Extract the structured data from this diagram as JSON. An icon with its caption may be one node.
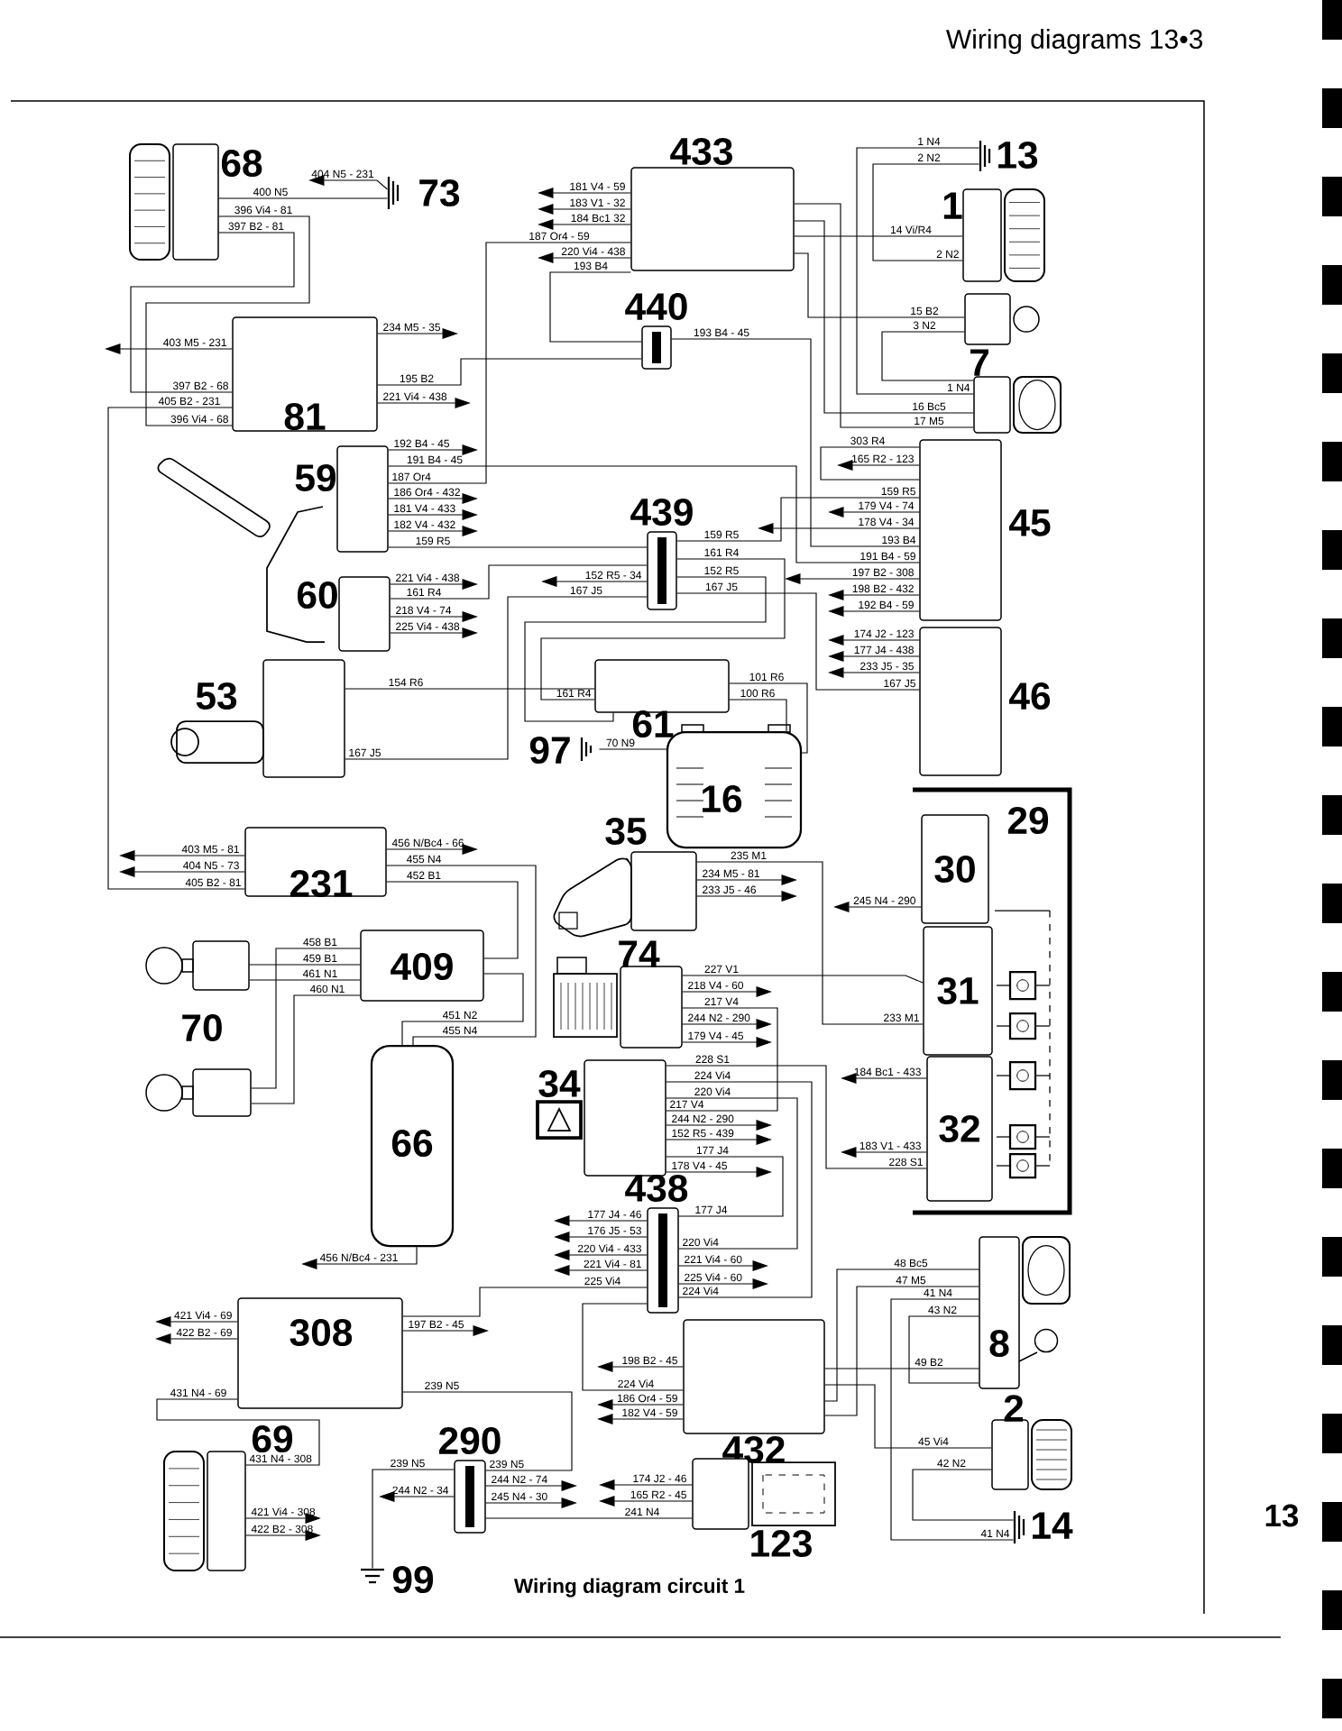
{
  "diagram": {
    "title": "Wiring diagrams 13•3",
    "caption": "Wiring diagram circuit 1",
    "nodes": [
      {
        "text": [
          "68"
        ]
      },
      {
        "text": [
          "73"
        ]
      },
      {
        "text": [
          "433"
        ]
      },
      {
        "text": [
          "13"
        ]
      },
      {
        "text": [
          "1"
        ]
      },
      {
        "text": [
          "440"
        ]
      },
      {
        "text": [
          "81"
        ]
      },
      {
        "text": [],
        "shape": "box"
      },
      {
        "text": [
          "7"
        ]
      },
      {
        "text": [
          "59"
        ]
      },
      {
        "text": [
          "45"
        ]
      },
      {
        "text": [
          "439"
        ]
      },
      {
        "text": [
          "60"
        ]
      },
      {
        "text": [
          "53"
        ]
      },
      {
        "text": [
          "61"
        ]
      },
      {
        "text": [
          "46"
        ]
      },
      {
        "text": [
          "97"
        ]
      },
      {
        "text": [
          "16"
        ]
      },
      {
        "text": [
          "29"
        ]
      },
      {
        "text": [
          "30"
        ],
        "in": 18
      },
      {
        "text": [
          "35"
        ]
      },
      {
        "text": [
          "231"
        ]
      },
      {
        "text": [
          "31"
        ],
        "in": 18
      },
      {
        "text": [
          "409"
        ]
      },
      {
        "text": [
          "70"
        ]
      },
      {
        "text": [
          "74"
        ]
      },
      {
        "text": [],
        "shape": "box"
      },
      {
        "text": [
          "66"
        ]
      },
      {
        "text": [
          "34"
        ]
      },
      {
        "text": [
          "32"
        ],
        "in": 18
      },
      {
        "text": [
          "438"
        ]
      },
      {
        "text": [
          "8"
        ]
      },
      {
        "text": [
          "308"
        ]
      },
      {
        "text": [
          "432"
        ]
      },
      {
        "text": [
          "2"
        ]
      },
      {
        "text": [
          "290"
        ]
      },
      {
        "text": [
          "69"
        ]
      },
      {
        "text": [
          "99"
        ]
      },
      {
        "text": [
          "123"
        ]
      },
      {
        "text": [
          "14"
        ]
      }
    ],
    "edges": [
      {
        "from": 0,
        "to": 1,
        "label": "400 N5",
        "arrow": "none"
      },
      {
        "from": 1,
        "to": null,
        "label": "404 N5 - 231",
        "arrow": "to"
      },
      {
        "from": 0,
        "to": 6,
        "label": "396 Vi4 - 81",
        "arrow": "none"
      },
      {
        "from": 0,
        "to": 6,
        "label": "397 B2 - 81",
        "arrow": "none"
      },
      {
        "from": 2,
        "to": null,
        "label": "181 V4 - 59",
        "arrow": "to"
      },
      {
        "from": 2,
        "to": null,
        "label": "183 V1 - 32",
        "arrow": "to"
      },
      {
        "from": 2,
        "to": null,
        "label": "184 Bc1 32",
        "arrow": "to"
      },
      {
        "from": 2,
        "to": 9,
        "label": "187 Or4 - 59",
        "arrow": "none"
      },
      {
        "from": 2,
        "to": null,
        "label": "220 Vi4 - 438",
        "arrow": "to"
      },
      {
        "from": 2,
        "to": 5,
        "label": "193 B4",
        "arrow": "none"
      },
      {
        "from": 5,
        "to": 10,
        "label": "193 B4 - 45",
        "arrow": "none"
      },
      {
        "from": 6,
        "to": 5,
        "label": "195 B2",
        "arrow": "none"
      },
      {
        "from": 6,
        "to": null,
        "label": "234 M5 - 35",
        "arrow": "to"
      },
      {
        "from": 6,
        "to": null,
        "label": "221 Vi4 - 438",
        "arrow": "to"
      },
      {
        "from": 6,
        "to": null,
        "label": "403 M5 - 231",
        "arrow": "to"
      },
      {
        "from": 6,
        "to": 21,
        "label": "405 B2 - 231",
        "arrow": "none"
      },
      {
        "from": 21,
        "to": null,
        "label": "403 M5 - 81",
        "arrow": "to"
      },
      {
        "from": 21,
        "to": null,
        "label": "404 N5 - 73",
        "arrow": "to"
      },
      {
        "from": 21,
        "to": null,
        "label": "456 N/Bc4 - 66",
        "arrow": "to"
      },
      {
        "from": 21,
        "to": 27,
        "label": "455 N4",
        "arrow": "none"
      },
      {
        "from": 21,
        "to": 23,
        "label": "452 B1",
        "arrow": "none"
      },
      {
        "from": 23,
        "to": 27,
        "label": "451 N2",
        "arrow": "none"
      },
      {
        "from": 23,
        "to": 24,
        "label": "459 B1",
        "arrow": "none"
      },
      {
        "from": 23,
        "to": 24,
        "label": "461 N1",
        "arrow": "none"
      },
      {
        "from": 23,
        "to": 26,
        "label": "458 B1",
        "arrow": "none"
      },
      {
        "from": 23,
        "to": 26,
        "label": "460 N1",
        "arrow": "none"
      },
      {
        "from": 27,
        "to": null,
        "label": "456 N/Bc4 - 231",
        "arrow": "to"
      },
      {
        "from": 9,
        "to": null,
        "label": "192 B4 - 45",
        "arrow": "to"
      },
      {
        "from": 9,
        "to": 10,
        "label": "191 B4 - 45",
        "arrow": "none"
      },
      {
        "from": 9,
        "to": null,
        "label": "186 Or4 - 432",
        "arrow": "to"
      },
      {
        "from": 9,
        "to": null,
        "label": "181 V4 - 433",
        "arrow": "to"
      },
      {
        "from": 9,
        "to": null,
        "label": "182 V4 - 432",
        "arrow": "to"
      },
      {
        "from": 9,
        "to": 11,
        "label": "159 R5",
        "arrow": "none"
      },
      {
        "from": 12,
        "to": null,
        "label": "221 Vi4 - 438",
        "arrow": "to"
      },
      {
        "from": 12,
        "to": 11,
        "label": "161 R4",
        "arrow": "none"
      },
      {
        "from": 12,
        "to": null,
        "label": "218 V4 - 74",
        "arrow": "to"
      },
      {
        "from": 12,
        "to": null,
        "label": "225 Vi4 - 438",
        "arrow": "to"
      },
      {
        "from": 11,
        "to": null,
        "label": "152 R5 - 34",
        "arrow": "to"
      },
      {
        "from": 11,
        "to": 13,
        "label": "167 J5",
        "arrow": "none"
      },
      {
        "from": 13,
        "to": 14,
        "label": "154 R6",
        "arrow": "none"
      },
      {
        "from": 11,
        "to": 14,
        "label": "161 R4",
        "arrow": "none"
      },
      {
        "from": 11,
        "to": 14,
        "label": "152 R5",
        "arrow": "none"
      },
      {
        "from": 11,
        "to": 15,
        "label": "167 J5",
        "arrow": "none"
      },
      {
        "from": 15,
        "to": null,
        "label": "174 J2 - 123",
        "arrow": "to"
      },
      {
        "from": 15,
        "to": null,
        "label": "177 J4 - 438",
        "arrow": "to"
      },
      {
        "from": 15,
        "to": null,
        "label": "233 J5 - 35",
        "arrow": "to"
      },
      {
        "from": 10,
        "to": null,
        "label": "165 R2 - 123",
        "arrow": "to"
      },
      {
        "from": 10,
        "to": 10,
        "label": "303 R4",
        "arrow": "none"
      },
      {
        "from": 10,
        "to": null,
        "label": "179 V4 - 74",
        "arrow": "to"
      },
      {
        "from": 10,
        "to": null,
        "label": "178 V4 - 34",
        "arrow": "to"
      },
      {
        "from": 11,
        "to": 10,
        "label": "159 R5",
        "arrow": "none"
      },
      {
        "from": 10,
        "to": null,
        "label": "197 B2 - 308",
        "arrow": "to"
      },
      {
        "from": 10,
        "to": null,
        "label": "198 B2 - 432",
        "arrow": "to"
      },
      {
        "from": 10,
        "to": null,
        "label": "192 B4 - 59",
        "arrow": "to"
      },
      {
        "from": 2,
        "to": 4,
        "label": "14 Vi/R4",
        "arrow": "none"
      },
      {
        "from": 2,
        "to": 7,
        "label": "15 B2",
        "arrow": "none"
      },
      {
        "from": 2,
        "to": 8,
        "label": "16 Bc5",
        "arrow": "none"
      },
      {
        "from": 2,
        "to": 8,
        "label": "17 M5",
        "arrow": "none"
      },
      {
        "from": 3,
        "to": 8,
        "label": "1 N4",
        "arrow": "none"
      },
      {
        "from": 3,
        "to": 4,
        "label": "2 N2",
        "arrow": "none"
      },
      {
        "from": 7,
        "to": 8,
        "label": "3 N2",
        "arrow": "none"
      },
      {
        "from": 14,
        "to": 17,
        "label": "101 R6",
        "arrow": "none"
      },
      {
        "from": 14,
        "to": 17,
        "label": "100 R6",
        "arrow": "none"
      },
      {
        "from": 16,
        "to": 17,
        "label": "70 N9",
        "arrow": "none"
      },
      {
        "from": 20,
        "to": 22,
        "label": "235 M1",
        "arrow": "none"
      },
      {
        "from": 20,
        "to": null,
        "label": "234 M5 - 81",
        "arrow": "to"
      },
      {
        "from": 20,
        "to": null,
        "label": "233 J5 - 46",
        "arrow": "to"
      },
      {
        "from": 19,
        "to": null,
        "label": "245 N4 - 290",
        "arrow": "to"
      },
      {
        "from": 25,
        "to": 22,
        "label": "227 V1",
        "arrow": "none"
      },
      {
        "from": 25,
        "to": null,
        "label": "218 V4 - 60",
        "arrow": "to"
      },
      {
        "from": 25,
        "to": 28,
        "label": "217 V4",
        "arrow": "none"
      },
      {
        "from": 25,
        "to": null,
        "label": "244 N2 - 290",
        "arrow": "to"
      },
      {
        "from": 25,
        "to": null,
        "label": "179 V4 - 45",
        "arrow": "to"
      },
      {
        "from": 28,
        "to": 29,
        "label": "228 S1",
        "arrow": "none"
      },
      {
        "from": 29,
        "to": null,
        "label": "184 Bc1 - 433",
        "arrow": "to"
      },
      {
        "from": 29,
        "to": null,
        "label": "183 V1 - 433",
        "arrow": "to"
      },
      {
        "from": 28,
        "to": 30,
        "label": "224 Vi4",
        "arrow": "none"
      },
      {
        "from": 28,
        "to": 30,
        "label": "220 Vi4",
        "arrow": "none"
      },
      {
        "from": 28,
        "to": null,
        "label": "244 N2 - 290",
        "arrow": "to"
      },
      {
        "from": 28,
        "to": null,
        "label": "152 R5 - 439",
        "arrow": "to"
      },
      {
        "from": 28,
        "to": 30,
        "label": "177 J4",
        "arrow": "none"
      },
      {
        "from": 28,
        "to": null,
        "label": "178 V4 - 45",
        "arrow": "to"
      },
      {
        "from": 30,
        "to": null,
        "label": "177 J4 - 46",
        "arrow": "to"
      },
      {
        "from": 30,
        "to": null,
        "label": "176 J5 - 53",
        "arrow": "to"
      },
      {
        "from": 30,
        "to": null,
        "label": "220 Vi4 - 433",
        "arrow": "to"
      },
      {
        "from": 30,
        "to": null,
        "label": "221 Vi4 - 81",
        "arrow": "to"
      },
      {
        "from": 30,
        "to": 32,
        "label": "225 Vi4",
        "arrow": "none"
      },
      {
        "from": 30,
        "to": null,
        "label": "221 Vi4 - 60",
        "arrow": "to"
      },
      {
        "from": 30,
        "to": null,
        "label": "225 Vi4 - 60",
        "arrow": "to"
      },
      {
        "from": 30,
        "to": 33,
        "label": "224 Vi4",
        "arrow": "none"
      },
      {
        "from": 33,
        "to": null,
        "label": "198 B2 - 45",
        "arrow": "to"
      },
      {
        "from": 33,
        "to": null,
        "label": "186 Or4 - 59",
        "arrow": "to"
      },
      {
        "from": 33,
        "to": null,
        "label": "182 V4 - 59",
        "arrow": "to"
      },
      {
        "from": 33,
        "to": 31,
        "label": "48 Bc5",
        "arrow": "none"
      },
      {
        "from": 33,
        "to": 31,
        "label": "47 M5",
        "arrow": "none"
      },
      {
        "from": 33,
        "to": 31,
        "label": "49 B2",
        "arrow": "none"
      },
      {
        "from": 33,
        "to": 34,
        "label": "45 Vi4",
        "arrow": "none"
      },
      {
        "from": 31,
        "to": 31,
        "label": "43 N2",
        "arrow": "none"
      },
      {
        "from": 31,
        "to": 39,
        "label": "41 N4",
        "arrow": "none"
      },
      {
        "from": 34,
        "to": 39,
        "label": "42 N2",
        "arrow": "none"
      },
      {
        "from": 32,
        "to": null,
        "label": "421 Vi4 - 69",
        "arrow": "to"
      },
      {
        "from": 32,
        "to": null,
        "label": "422 B2 - 69",
        "arrow": "to"
      },
      {
        "from": 32,
        "to": 36,
        "label": "431 N4 - 69",
        "arrow": "none"
      },
      {
        "from": 32,
        "to": null,
        "label": "197 B2 - 45",
        "arrow": "to"
      },
      {
        "from": 32,
        "to": 35,
        "label": "239 N5",
        "arrow": "none"
      },
      {
        "from": 35,
        "to": 37,
        "label": "239 N5",
        "arrow": "none"
      },
      {
        "from": 35,
        "to": null,
        "label": "244 N2 - 34",
        "arrow": "to"
      },
      {
        "from": 35,
        "to": null,
        "label": "244 N2 - 74",
        "arrow": "to"
      },
      {
        "from": 35,
        "to": null,
        "label": "245 N4 - 30",
        "arrow": "to"
      },
      {
        "from": 35,
        "to": 38,
        "label": "241 N4",
        "arrow": "none"
      },
      {
        "from": 38,
        "to": null,
        "label": "174 J2 - 46",
        "arrow": "to"
      },
      {
        "from": 38,
        "to": null,
        "label": "165 R2 - 45",
        "arrow": "to"
      },
      {
        "from": 36,
        "to": null,
        "label": "421 Vi4 - 308",
        "arrow": "to"
      },
      {
        "from": 36,
        "to": null,
        "label": "422 B2 - 308",
        "arrow": "to"
      }
    ],
    "labels": [
      "396 Vi4 - 68",
      "397 B2 - 68",
      "405 B2 - 81",
      "187 Or4",
      "193 B4",
      "191 B4 - 59",
      "159 R5",
      "161 R4",
      "167 J5",
      "167 J5",
      "1 N4",
      "2 N2",
      "455 N4",
      "233 M1",
      "217 V4",
      "228 S1",
      "220 Vi4",
      "177 J4",
      "224 Vi4",
      "41 N4",
      "431 N4 - 308",
      "239 N5",
      "13"
    ]
  }
}
